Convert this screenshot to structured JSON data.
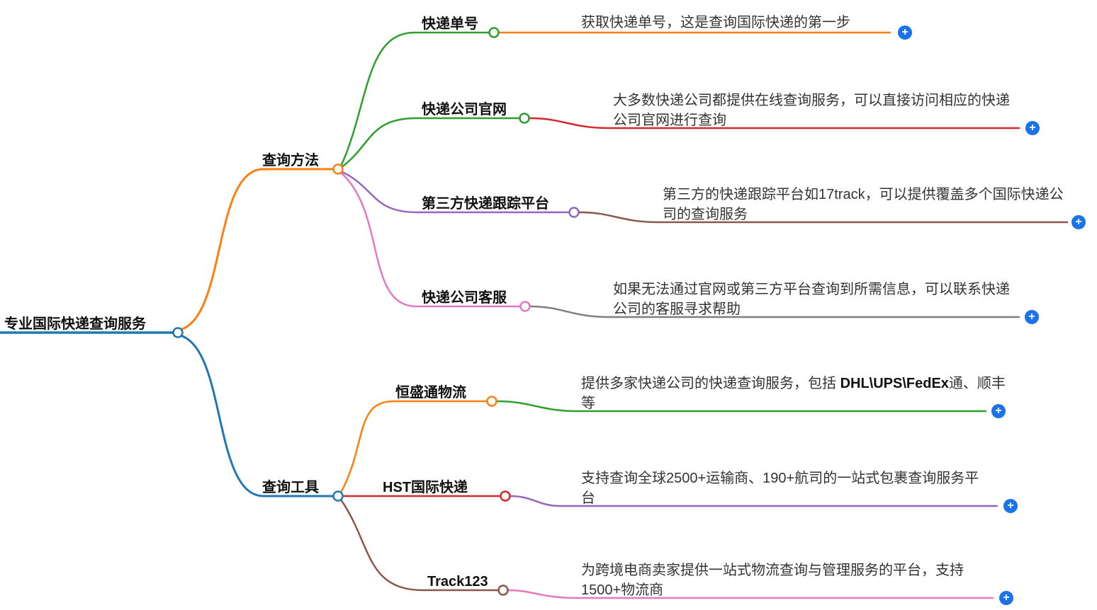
{
  "root": {
    "label": "专业国际快递查询服务",
    "color": "#1f77b4"
  },
  "branches": [
    {
      "label": "查询方法",
      "color": "#ff7f0e",
      "children": [
        {
          "label": "快递单号",
          "color": "#2ca02c",
          "desc": "获取快递单号，这是查询国际快递的第一步",
          "desc_color": "#ff7f0e"
        },
        {
          "label": "快递公司官网",
          "color": "#2ca02c",
          "desc": "大多数快递公司都提供在线查询服务，可以直接访问相应的快递公司官网进行查询",
          "desc_color": "#d62728"
        },
        {
          "label": "第三方快递跟踪平台",
          "color": "#9467bd",
          "desc": "第三方的快递跟踪平台如17track，可以提供覆盖多个国际快递公司的查询服务",
          "desc_color": "#8c564b"
        },
        {
          "label": "快递公司客服",
          "color": "#e377c2",
          "desc": "如果无法通过官网或第三方平台查询到所需信息，可以联系快递公司的客服寻求帮助",
          "desc_color": "#7f7f7f"
        }
      ]
    },
    {
      "label": "查询工具",
      "color": "#1f77b4",
      "children": [
        {
          "label": "恒盛通物流",
          "color": "#ff7f0e",
          "desc_pre": "提供多家快递公司的快递查询服务，包括 ",
          "desc_bold": "DHL\\UPS\\FedEx",
          "desc_post": "通、顺丰等",
          "desc_color": "#2ca02c"
        },
        {
          "label": "HST国际快递",
          "color": "#d62728",
          "desc": "支持查询全球2500+运输商、190+航司的一站式包裹查询服务平台",
          "desc_color": "#9467bd"
        },
        {
          "label": "Track123",
          "color": "#8c564b",
          "desc": "为跨境电商卖家提供一站式物流查询与管理服务的平台，支持1500+物流商",
          "desc_color": "#e377c2"
        }
      ]
    }
  ],
  "ui": {
    "plus": "+",
    "plus_color": "#1a73e8"
  }
}
